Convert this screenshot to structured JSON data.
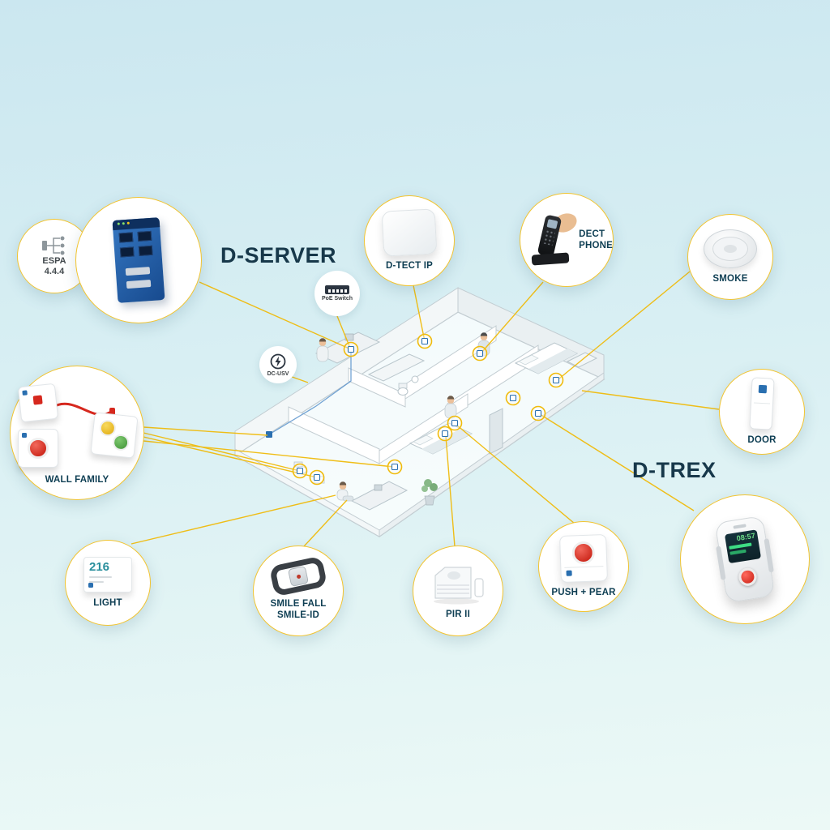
{
  "colors": {
    "background_top": "#cbe7f0",
    "background_bottom": "#ecf9f6",
    "accent_yellow": "#f0bb0c",
    "node_label": "#0e3e53",
    "title": "#17384a",
    "server_blue": "#2a65ab",
    "alarm_red": "#d6281e",
    "ok_green": "#5cb053",
    "button_yellow": "#f2c51d"
  },
  "titles": {
    "d_server": "D-SERVER",
    "d_trex": "D-TREX"
  },
  "nodes": {
    "espa": {
      "line1": "ESPA",
      "line2": "4.4.4"
    },
    "d_tect_ip": {
      "label": "D-TECT IP"
    },
    "dect_phone": {
      "line1": "DECT",
      "line2": "PHONE"
    },
    "smoke": {
      "label": "SMOKE"
    },
    "door": {
      "label": "DOOR"
    },
    "push_pear": {
      "label": "PUSH + PEAR"
    },
    "pir": {
      "label": "PIR II"
    },
    "smile": {
      "line1": "SMILE FALL",
      "line2": "SMILE-ID"
    },
    "light": {
      "label": "LIGHT",
      "sign_number": "216"
    },
    "wall_family": {
      "label": "WALL FAMILY"
    }
  },
  "center_badges": {
    "poe_switch": "PoE Switch",
    "dc_usv": "DC-USV"
  },
  "devices": {
    "d_trex_screen_time": "08:57"
  }
}
